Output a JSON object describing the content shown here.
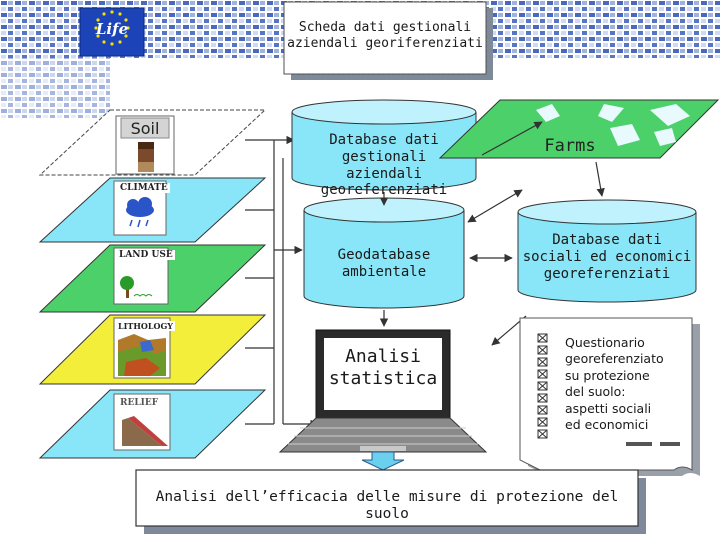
{
  "top_note": {
    "line1": "Scheda dati gestionali",
    "line2": "aziendali georiferenziati"
  },
  "layers": {
    "soil": "Soil",
    "climate": "CLIMATE",
    "landuse": "LAND USE",
    "lithology": "LITHOLOGY",
    "relief": "RELIEF"
  },
  "db_farm": {
    "line1": "Database dati gestionali",
    "line2": "aziendali georeferenziati"
  },
  "geodb": {
    "line1": "Geodatabase",
    "line2": "ambientale"
  },
  "farms_label": "Farms",
  "db_social": {
    "line1": "Database dati",
    "line2": "sociali ed economici",
    "line3": "georeferenziati"
  },
  "analysis": {
    "line1": "Analisi",
    "line2": "statistica"
  },
  "questionnaire": {
    "lines": [
      "Questionario",
      "georeferenziato",
      "su protezione",
      "del suolo:",
      "aspetti sociali",
      "ed economici"
    ]
  },
  "bottom_bar": "Analisi dell’efficacia delle misure di protezione del suolo",
  "colors": {
    "cyan": "#88e6f8",
    "blue_tile": "#1b3fa0",
    "green_layer": "#4cd06a",
    "yellow_layer": "#f2ee3a",
    "arrow_blue": "#6ad0ee"
  }
}
